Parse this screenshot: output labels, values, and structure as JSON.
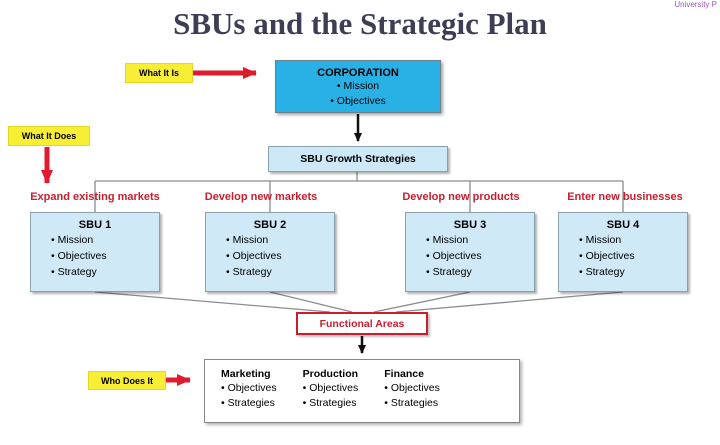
{
  "title": "SBUs and the Strategic Plan",
  "watermark": "University P",
  "tags": {
    "what_it_is": "What It Is",
    "what_it_does": "What It Does",
    "who_does_it": "Who Does It"
  },
  "corporation": {
    "title": "CORPORATION",
    "items": [
      "Mission",
      "Objectives"
    ]
  },
  "growth_box": "SBU Growth Strategies",
  "strategy_labels": [
    "Expand existing markets",
    "Develop new markets",
    "Develop new products",
    "Enter new businesses"
  ],
  "sbus": [
    {
      "title": "SBU 1",
      "items": [
        "Mission",
        "Objectives",
        "Strategy"
      ]
    },
    {
      "title": "SBU 2",
      "items": [
        "Mission",
        "Objectives",
        "Strategy"
      ]
    },
    {
      "title": "SBU 3",
      "items": [
        "Mission",
        "Objectives",
        "Strategy"
      ]
    },
    {
      "title": "SBU 4",
      "items": [
        "Mission",
        "Objectives",
        "Strategy"
      ]
    }
  ],
  "functional_areas": "Functional Areas",
  "functions": [
    {
      "title": "Marketing",
      "items": [
        "Objectives",
        "Strategies"
      ]
    },
    {
      "title": "Production",
      "items": [
        "Objectives",
        "Strategies"
      ]
    },
    {
      "title": "Finance",
      "items": [
        "Objectives",
        "Strategies"
      ]
    }
  ],
  "colors": {
    "accent_red": "#c81e2e",
    "corporation_blue": "#29b1e6",
    "light_blue": "#cfe9f7",
    "tag_yellow": "#f8ee35"
  }
}
